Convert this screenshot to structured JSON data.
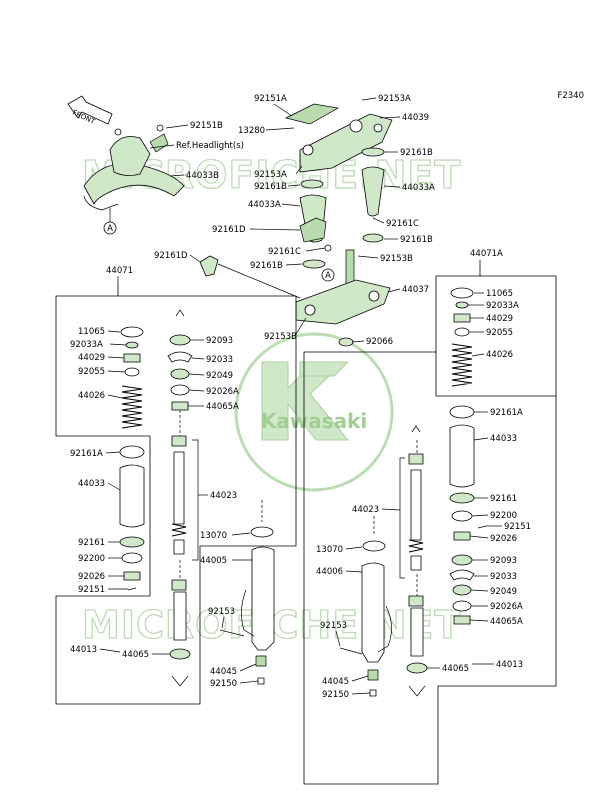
{
  "diagram_code": "F2340",
  "watermark": {
    "text": "MICROFICHE.NET",
    "logo_text": "Kawasaki"
  },
  "front_label": "FRONT",
  "ref_headlight": "Ref.Headlight(s)",
  "callout_a": "A",
  "parts": {
    "p92151A": "92151A",
    "p92153A": "92153A",
    "p13280": "13280",
    "p44039": "44039",
    "p92151B": "92151B",
    "p92161B_1": "92161B",
    "p92153A_2": "92153A",
    "p92161B_2": "92161B",
    "p44033A_r": "44033A",
    "p44033B": "44033B",
    "p44033A_l": "44033A",
    "p92161C_r": "92161C",
    "p92161D_1": "92161D",
    "p92161B_3": "92161B",
    "p92161C_l": "92161C",
    "p92153B_1": "92153B",
    "p92161D_2": "92161D",
    "p92161B_4": "92161B",
    "p44037": "44037",
    "p92153B_2": "92153B",
    "p92066": "92066",
    "p44071": "44071",
    "p44071A": "44071A",
    "l11065": "11065",
    "l92033A": "92033A",
    "l44029": "44029",
    "l92055": "92055",
    "l44026": "44026",
    "l92161A": "92161A",
    "l44033": "44033",
    "l92161": "92161",
    "l92200": "92200",
    "l92026": "92026",
    "l92151": "92151",
    "l92093": "92093",
    "l92033": "92033",
    "l92049": "92049",
    "l92026A": "92026A",
    "l44065A": "44065A",
    "l44023": "44023",
    "l13070": "13070",
    "l44005": "44005",
    "l92153": "92153",
    "l44013": "44013",
    "l44065": "44065",
    "l44045": "44045",
    "l92150": "92150",
    "r11065": "11065",
    "r92033A": "92033A",
    "r44029": "44029",
    "r92055": "92055",
    "r44026": "44026",
    "r92161A": "92161A",
    "r44033": "44033",
    "r92161": "92161",
    "r92200": "92200",
    "r92151": "92151",
    "r92026": "92026",
    "r92093": "92093",
    "r92033": "92033",
    "r92049": "92049",
    "r92026A": "92026A",
    "r44065A": "44065A",
    "r44023": "44023",
    "r13070": "13070",
    "r44006": "44006",
    "r92153": "92153",
    "r44065": "44065",
    "r44013": "44013",
    "r44045": "44045",
    "r92150": "92150"
  },
  "colors": {
    "parts_fill": "#cfe8c8",
    "watermark": "#bcdcb4",
    "line": "#000000"
  }
}
